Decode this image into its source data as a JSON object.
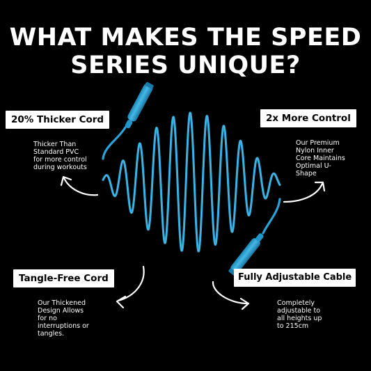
{
  "headline": {
    "line1": "WHAT MAKES THE SPEED",
    "line2": "SERIES UNIQUE?"
  },
  "features": {
    "thicker": {
      "label": "20% Thicker Cord",
      "desc": [
        "Thicker Than",
        "Standard PVC",
        "for more control",
        "during workouts"
      ]
    },
    "control": {
      "label": "2x More Control",
      "desc": [
        "Our Premium",
        "Nylon Inner",
        "Core Maintains",
        "Optimal U-",
        "Shape"
      ]
    },
    "tangle": {
      "label": "Tangle-Free Cord",
      "desc": [
        "Our Thickened",
        "Design Allows",
        "for no",
        "interruptions or",
        "tangles."
      ]
    },
    "adjustable": {
      "label": "Fully Adjustable Cable",
      "desc": [
        "Completely",
        "adjustable to",
        "all heights up",
        "to 215cm"
      ]
    }
  },
  "colors": {
    "background": "#000000",
    "rope": "#2ba3d6",
    "rope_highlight": "#6fd0f5",
    "handle": "#2ba3d6",
    "text": "#ffffff",
    "label_bg": "#ffffff",
    "label_text": "#000000"
  },
  "icons": [
    "curved-arrow-icon"
  ]
}
